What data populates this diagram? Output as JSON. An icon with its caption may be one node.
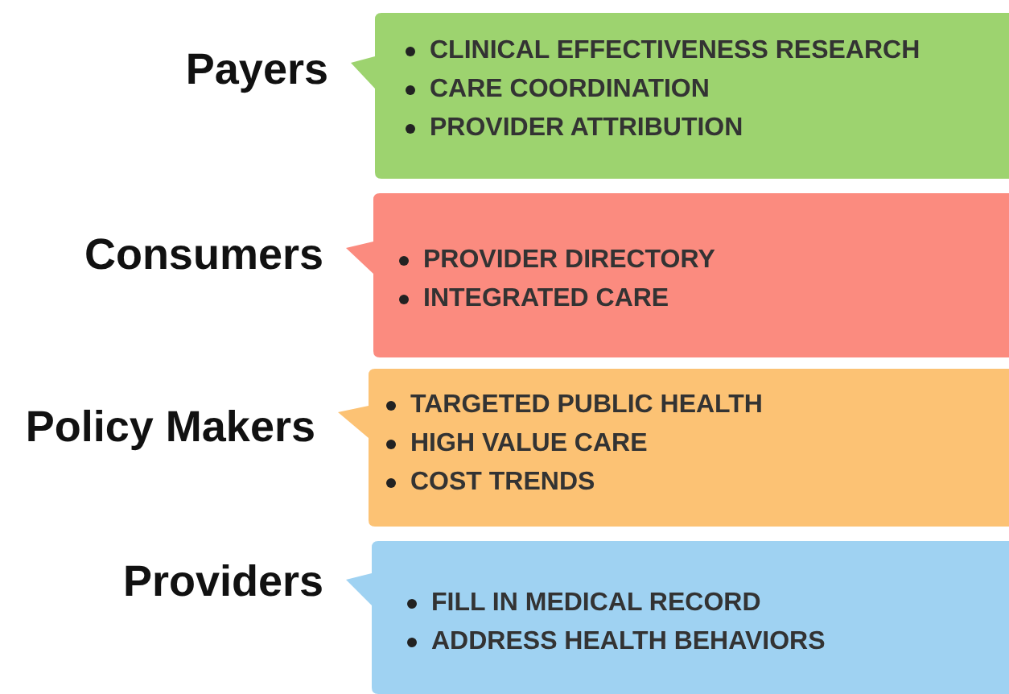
{
  "diagram": {
    "nodes": [
      {
        "text": [
          "Payers",
          "CLINICAL EFFECTIVENESS RESEARCH",
          "CARE COORDINATION",
          "PROVIDER ATTRIBUTION"
        ]
      },
      {
        "text": [
          "Consumers",
          "PROVIDER DIRECTORY",
          "INTEGRATED CARE"
        ]
      },
      {
        "text": [
          "Policy Makers",
          "TARGETED PUBLIC HEALTH",
          "HIGH VALUE CARE",
          "COST TRENDS"
        ]
      },
      {
        "text": [
          "Providers",
          "FILL IN MEDICAL RECORD",
          "ADDRESS HEALTH BEHAVIORS"
        ]
      }
    ]
  }
}
